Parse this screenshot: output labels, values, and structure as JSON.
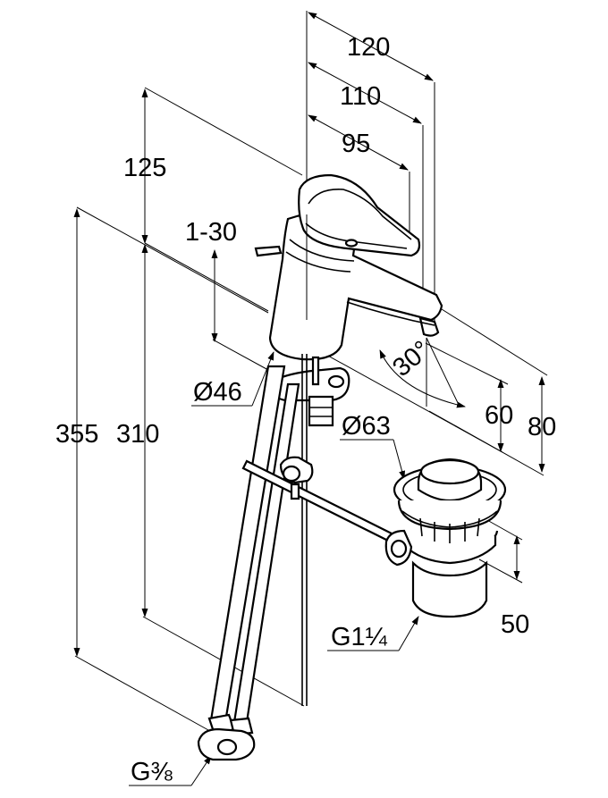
{
  "drawing": {
    "dimensions": {
      "d120": "120",
      "d110": "110",
      "d95": "95",
      "d125": "125",
      "d1_30": "1-30",
      "d355": "355",
      "d310": "310",
      "dia46": "Ø46",
      "dia63": "Ø63",
      "angle30": "30°",
      "d60": "60",
      "d80": "80",
      "d50": "50",
      "thread_g114": "G1¼",
      "thread_g38": "G⅜"
    }
  }
}
